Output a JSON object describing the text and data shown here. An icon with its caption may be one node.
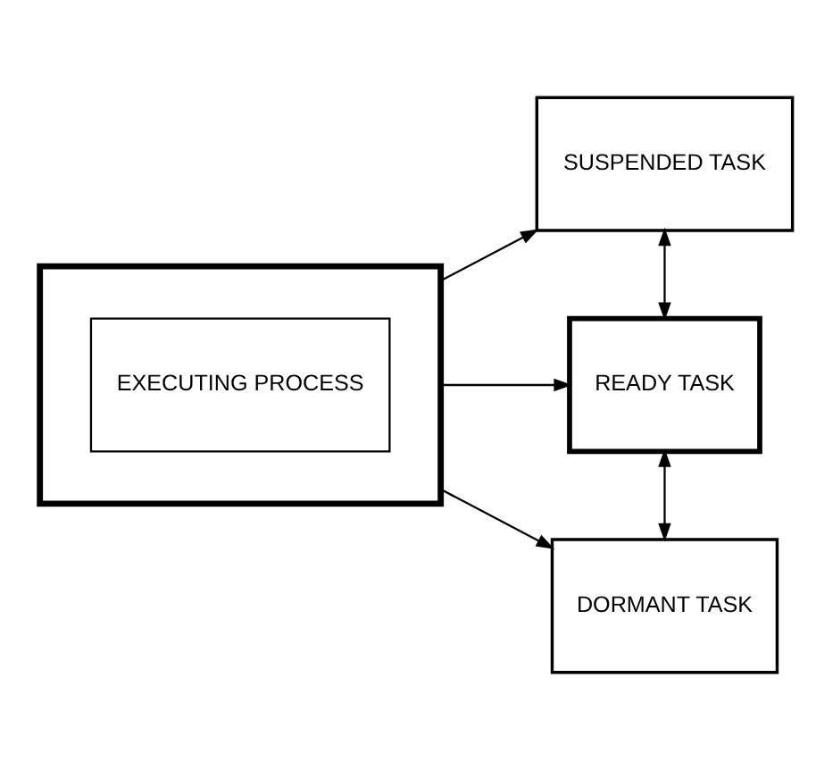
{
  "diagram": {
    "nodes": [
      {
        "text": [],
        "shape": "box"
      },
      {
        "text": [
          "EXECUTING PROCESS"
        ],
        "in": 0
      },
      {
        "text": [
          "SUSPENDED TASK"
        ]
      },
      {
        "text": [
          "READY TASK"
        ]
      },
      {
        "text": [
          "DORMANT TASK"
        ]
      }
    ],
    "edges": [
      {
        "from": 0,
        "to": 2,
        "arrow": "to"
      },
      {
        "from": 0,
        "to": 3,
        "arrow": "to"
      },
      {
        "from": 0,
        "to": 4,
        "arrow": "to"
      },
      {
        "from": 2,
        "to": 3,
        "arrow": "both"
      },
      {
        "from": 3,
        "to": 4,
        "arrow": "both"
      }
    ]
  }
}
